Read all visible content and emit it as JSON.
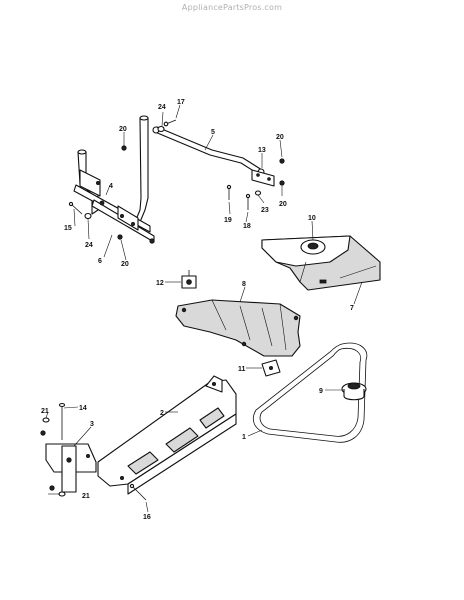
{
  "watermark": "AppliancePartsPros.com",
  "callouts": [
    "1",
    "2",
    "3",
    "4",
    "5",
    "6",
    "7",
    "8",
    "9",
    "10",
    "11",
    "12",
    "13",
    "14",
    "15",
    "16",
    "17",
    "18",
    "19",
    "20",
    "21",
    "23",
    "24"
  ]
}
